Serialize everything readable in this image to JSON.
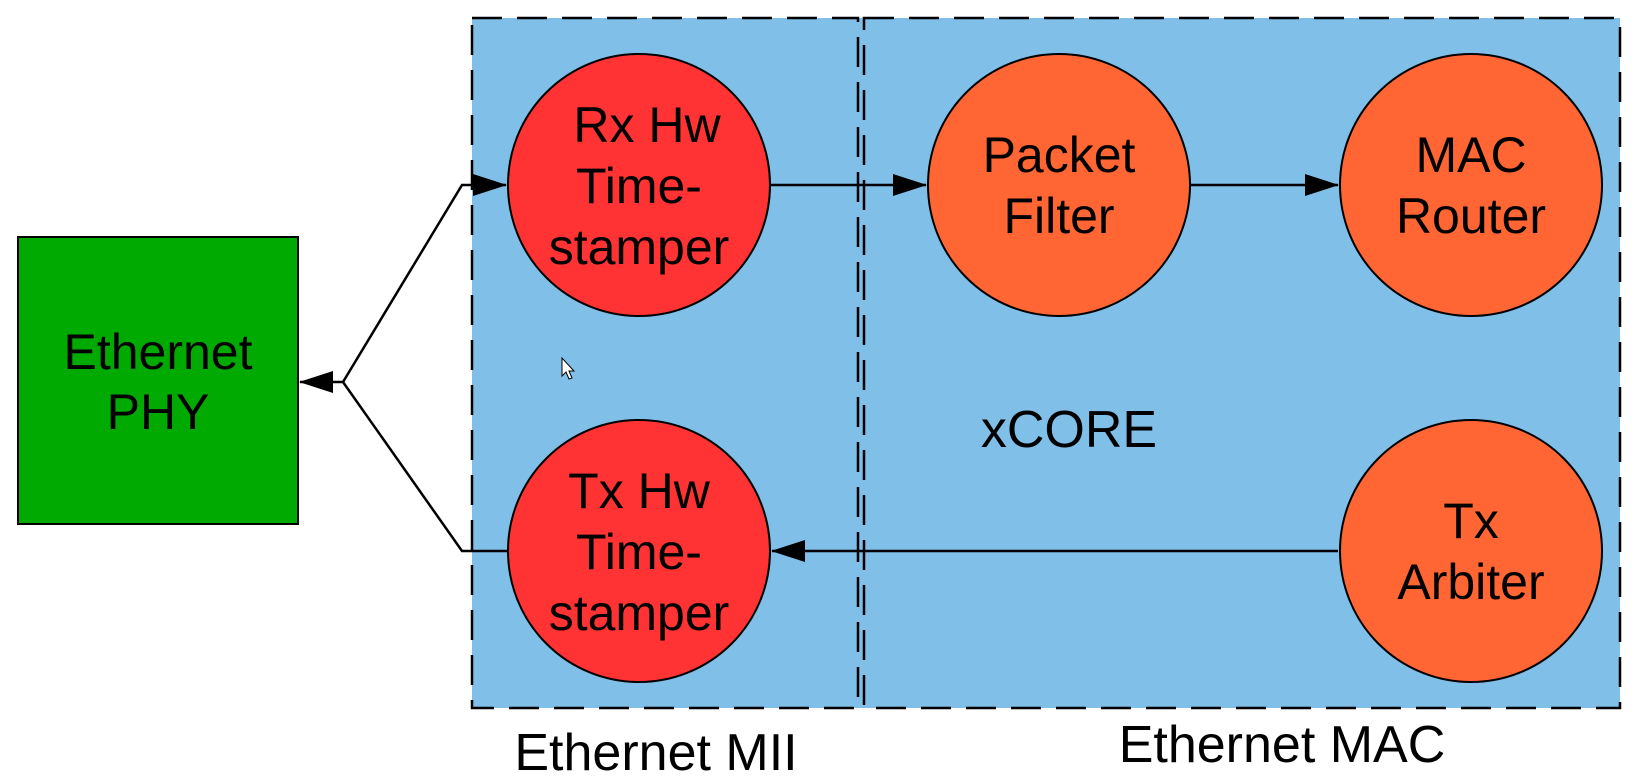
{
  "colors": {
    "core_fill": "#7fbfe8",
    "phy_fill": "#00aa00",
    "timestamper_fill": "#ff3333",
    "mac_fill": "#ff6633",
    "stroke": "#000000"
  },
  "nodes": {
    "ethernet_phy": {
      "line1": "Ethernet",
      "line2": "PHY"
    },
    "rx_timestamper": {
      "line1": "Rx Hw",
      "line2": "Time-",
      "line3": "stamper"
    },
    "tx_timestamper": {
      "line1": "Tx Hw",
      "line2": "Time-",
      "line3": "stamper"
    },
    "packet_filter": {
      "line1": "Packet",
      "line2": "Filter"
    },
    "mac_router": {
      "line1": "MAC",
      "line2": "Router"
    },
    "tx_arbiter": {
      "line1": "Tx",
      "line2": "Arbiter"
    }
  },
  "labels": {
    "core": "xCORE",
    "ethernet_mii": "Ethernet MII",
    "ethernet_mac": "Ethernet MAC"
  },
  "edges": [
    {
      "from": "ethernet_phy",
      "to": "rx_timestamper"
    },
    {
      "from": "tx_timestamper",
      "to": "ethernet_phy"
    },
    {
      "from": "rx_timestamper",
      "to": "packet_filter"
    },
    {
      "from": "packet_filter",
      "to": "mac_router"
    },
    {
      "from": "tx_arbiter",
      "to": "tx_timestamper"
    }
  ]
}
